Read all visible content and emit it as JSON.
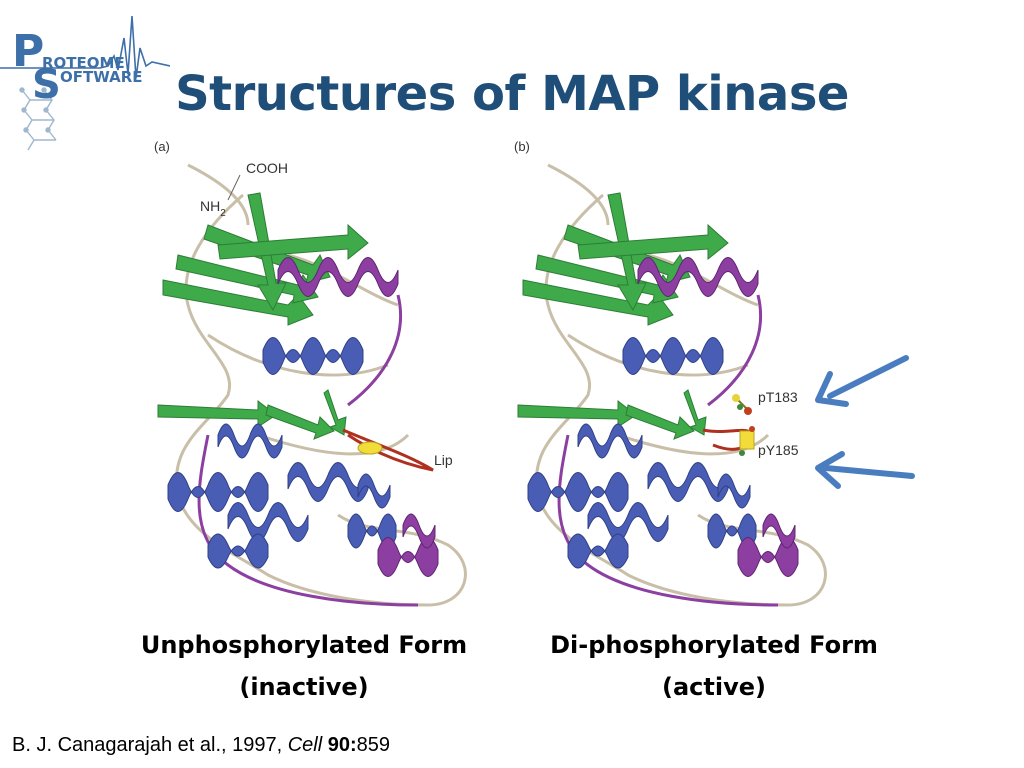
{
  "logo": {
    "line1_first": "P",
    "line1_rest": "ROTEOME",
    "line2_first": "S",
    "line2_rest": "OFTWARE"
  },
  "slide": {
    "title": "Structures of MAP kinase"
  },
  "figure": {
    "panel_a": {
      "label": "(a)",
      "cooh": "COOH",
      "nh2": "NH",
      "nh2_sub": "2",
      "lip": "Lip"
    },
    "panel_b": {
      "label": "(b)",
      "pt183": "pT183",
      "py185": "pY185"
    }
  },
  "captions": {
    "left_line1": "Unphosphorylated Form",
    "left_line2": "(inactive)",
    "right_line1": "Di-phosphorylated Form",
    "right_line2": "(active)"
  },
  "citation": {
    "authors": "B. J. Canagarajah et al., 1997, ",
    "journal": "Cell",
    "volume": "90:",
    "page": "859"
  },
  "colors": {
    "title": "#1f4e79",
    "helix_blue": "#4a5db5",
    "helix_purple": "#8c3fa0",
    "strand_green": "#3faa4a",
    "coil": "#c9bfa8",
    "arrow": "#4a7dc0"
  }
}
